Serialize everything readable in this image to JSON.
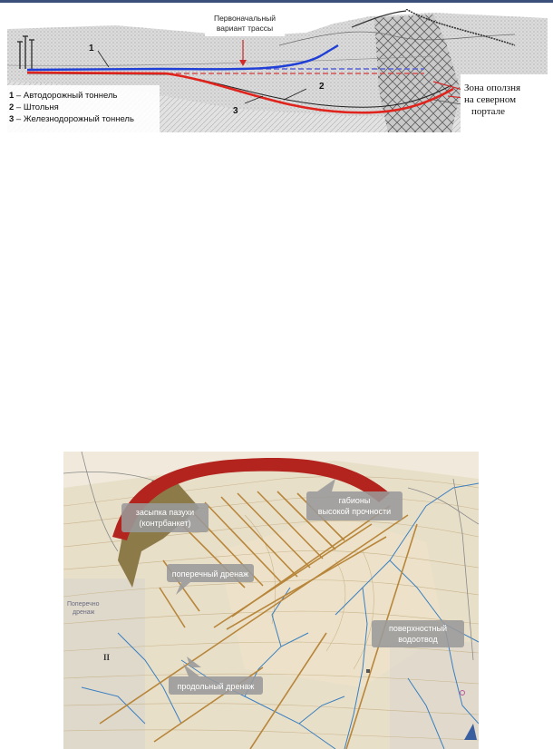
{
  "figure1": {
    "callout_original_route_line1": "Первоначальный",
    "callout_original_route_line2": "вариант трассы",
    "marker_1": "1",
    "marker_2": "2",
    "marker_3": "3",
    "legend": [
      {
        "num": "1",
        "text": " – Автодорожный тоннель"
      },
      {
        "num": "2",
        "text": " – Штольня"
      },
      {
        "num": "3",
        "text": " – Железнодорожный тоннель"
      }
    ],
    "landslide_line1": "Зона оползня",
    "landslide_line2": "на северном",
    "landslide_line3": "портале",
    "colors": {
      "road_tunnel": "#1f3fd6",
      "rail_tunnel": "#e0231c",
      "original_route": "#5a64d8"
    }
  },
  "figure2": {
    "label_backfill_line1": "засыпка пазухи",
    "label_backfill_line2": "(контрбанкет)",
    "label_gabions_line1": "габионы",
    "label_gabions_line2": "высокой прочности",
    "label_transverse": "поперечный дренаж",
    "label_surface_line1": "поверхностный",
    "label_surface_line2": "водоотвод",
    "label_longitudinal": "продольный дренаж",
    "map_label_left_line1": "Поперечно",
    "map_label_left_line2": "дренаж",
    "map_label_roman": "II",
    "colors": {
      "gabions": "#b3241f",
      "backfill": "#8c7a48",
      "drains": "#b8863b",
      "streams": "#3a7fc0"
    }
  }
}
